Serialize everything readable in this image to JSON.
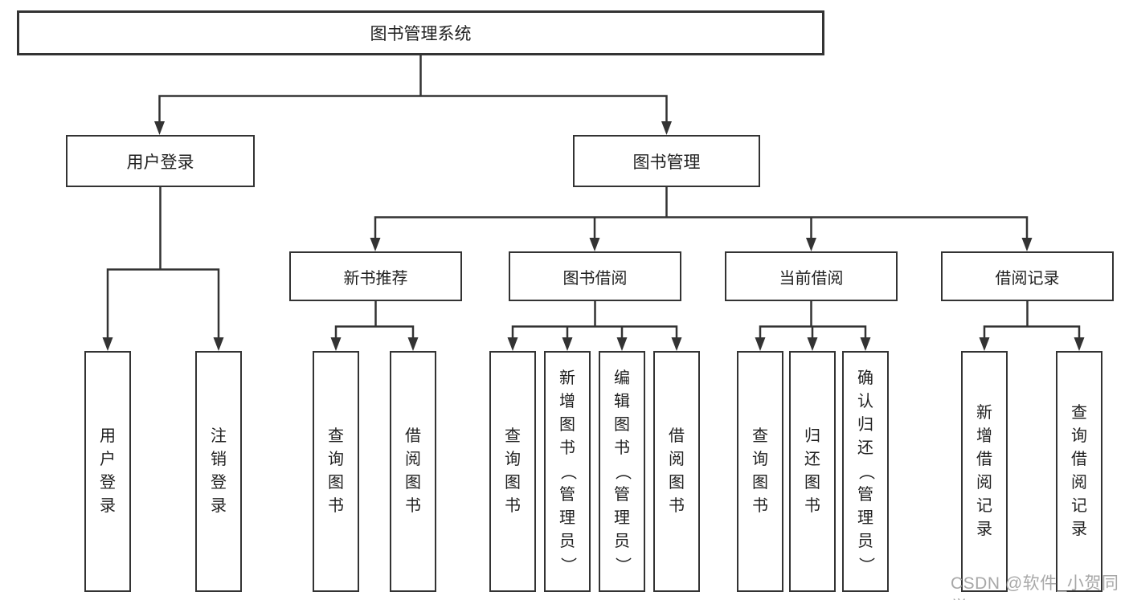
{
  "diagram_type": "hierarchy-tree",
  "colors": {
    "background": "#ffffff",
    "line": "#333333",
    "border": "#333333",
    "text": "#1f1f1f",
    "watermark": "#a8a8a8"
  },
  "watermark": "CSDN @软件_小贺同学",
  "tree": {
    "root": {
      "label": "图书管理系统",
      "children": [
        {
          "label": "用户登录",
          "children": [
            {
              "label": "用户登录"
            },
            {
              "label": "注销登录"
            }
          ]
        },
        {
          "label": "图书管理",
          "children": [
            {
              "label": "新书推荐",
              "children": [
                {
                  "label": "查询图书"
                },
                {
                  "label": "借阅图书"
                }
              ]
            },
            {
              "label": "图书借阅",
              "children": [
                {
                  "label": "查询图书"
                },
                {
                  "label": "新增图书（管理员）"
                },
                {
                  "label": "编辑图书（管理员）"
                },
                {
                  "label": "借阅图书"
                }
              ]
            },
            {
              "label": "当前借阅",
              "children": [
                {
                  "label": "查询图书"
                },
                {
                  "label": "归还图书"
                },
                {
                  "label": "确认归还（管理员）"
                }
              ]
            },
            {
              "label": "借阅记录",
              "children": [
                {
                  "label": "新增借阅记录"
                },
                {
                  "label": "查询借阅记录"
                }
              ]
            }
          ]
        }
      ]
    }
  }
}
